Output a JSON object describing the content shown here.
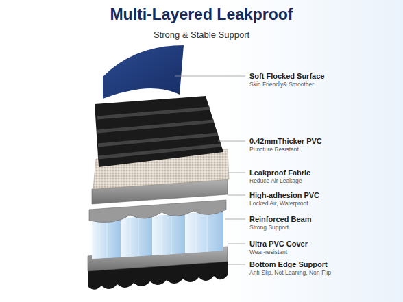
{
  "diagram": {
    "title": "Multi-Layered Leakproof",
    "labels": [
      "Strong & Stable Support",
      "Soft Flocked Surface",
      "Skin Friendly& Smoother",
      "0.42mmThicker PVC",
      "Puncture Resistant",
      "Leakproof Fabric",
      "Reduce Air Leakage",
      "High-adhesion PVC",
      "Locked Air, Waterproof",
      "Reinforced Beam",
      "Strong Support",
      "Ultra PVC Cover",
      "Wear-resistant",
      "Bottom Edge Support",
      "Anti-Slip, Not Leaning, Non-Flip"
    ]
  }
}
